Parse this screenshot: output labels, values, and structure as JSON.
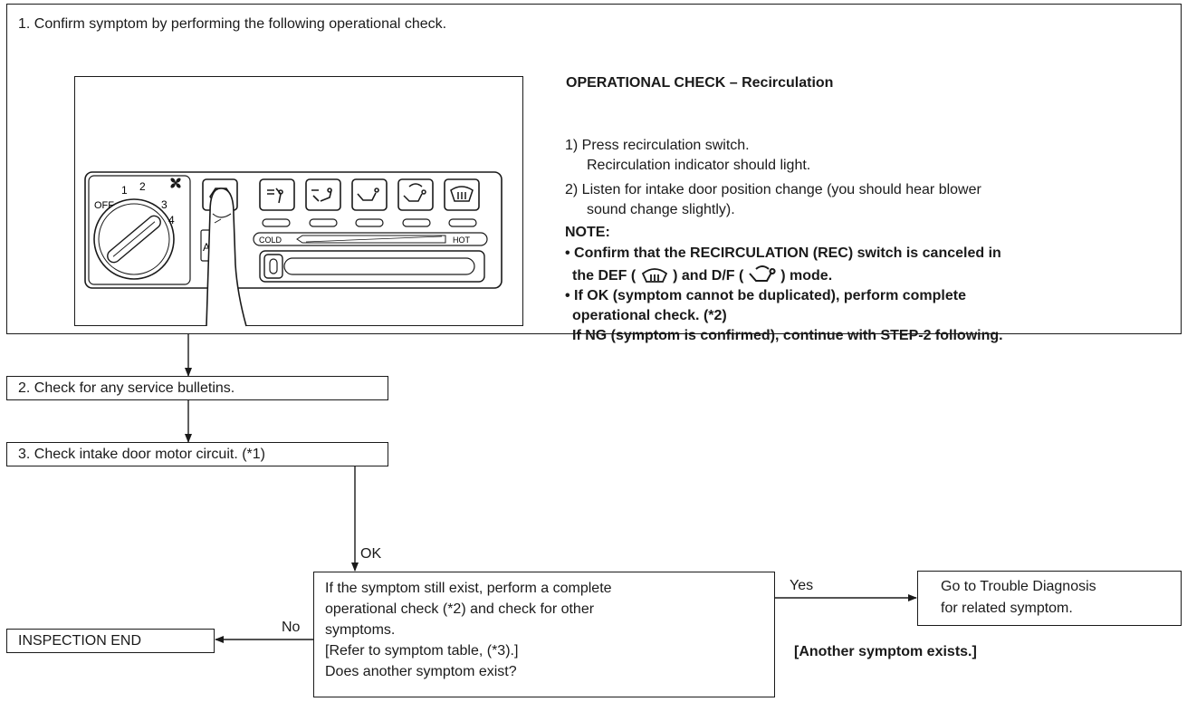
{
  "step1": {
    "text": "1. Confirm symptom by performing the following operational check."
  },
  "panel": {
    "off": "OFF",
    "fan_speeds": [
      "1",
      "2",
      "3",
      "4"
    ],
    "cold": "COLD",
    "hot": "HOT"
  },
  "check": {
    "title": "OPERATIONAL CHECK – Recirculation",
    "item1_line1": "1)  Press recirculation switch.",
    "item1_line2": "Recirculation indicator should light.",
    "item2_line1": "2)  Listen for intake door position change (you should hear blower",
    "item2_line2": "sound change slightly).",
    "note_label": "NOTE:",
    "note1_line1": "• Confirm that the RECIRCULATION (REC) switch is canceled in",
    "note1_line2a": "the DEF (",
    "note1_line2b": ") and D/F (",
    "note1_line2c": ") mode.",
    "note2_line1": "• If OK (symptom cannot be duplicated), perform complete",
    "note2_line2": "operational check. (*2)",
    "note2_line3": "If NG (symptom is confirmed), continue with STEP-2 following."
  },
  "step2": {
    "text": "2. Check for any service bulletins."
  },
  "step3": {
    "text": "3. Check intake door motor circuit. (*1)"
  },
  "ok_label": "OK",
  "decision": {
    "lines": [
      "If the symptom still exist, perform a complete",
      "operational check (*2) and check for other",
      "symptoms.",
      "[Refer to symptom table, (*3).]",
      "Does another symptom exist?"
    ]
  },
  "yes_label": "Yes",
  "no_label": "No",
  "goto": {
    "line1": "Go to Trouble Diagnosis",
    "line2": "for related symptom."
  },
  "another": "[Another symptom exists.]",
  "end": {
    "text": "INSPECTION END"
  }
}
